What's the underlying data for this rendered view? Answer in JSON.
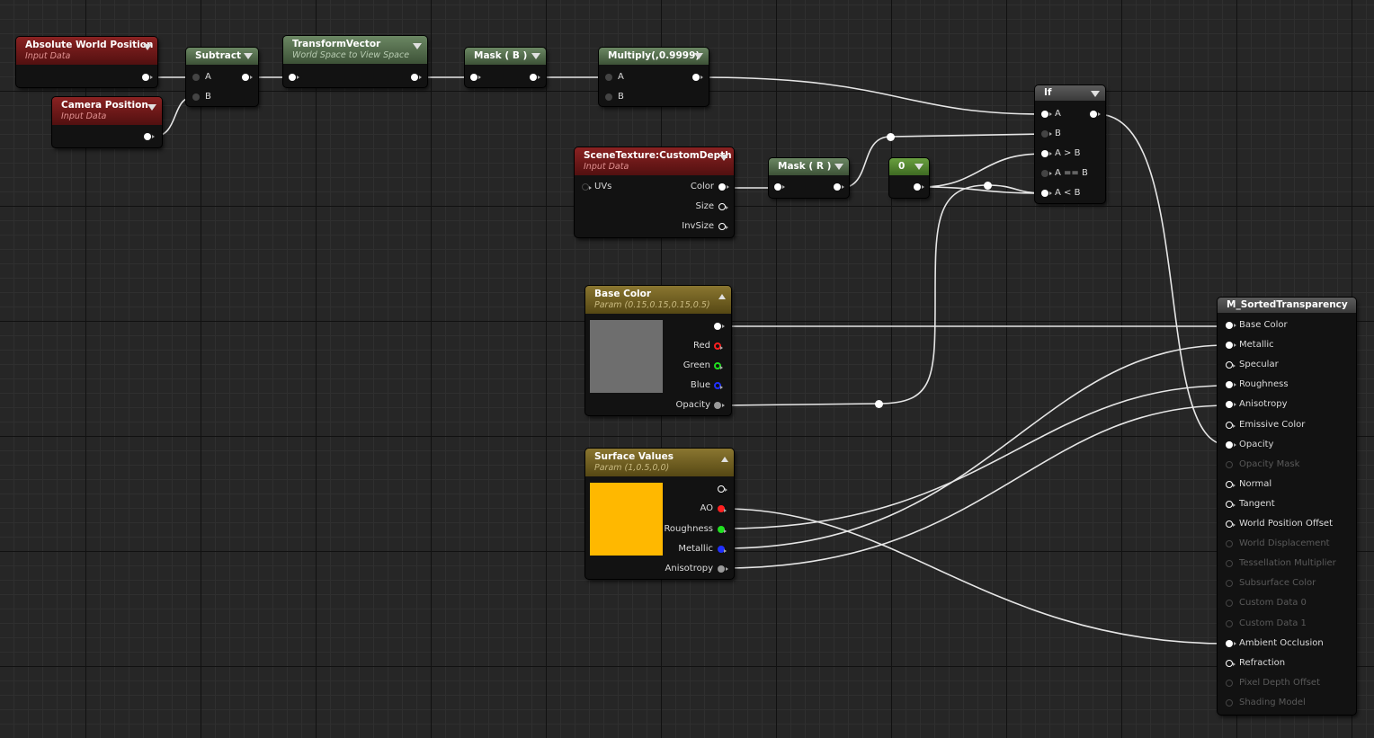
{
  "canvas": {
    "colors": {
      "bg": "#262626",
      "wire": "#e6e6e6",
      "red_header": "#8a2222",
      "green_header": "#5a7452",
      "gold_header": "#7a6824",
      "result_header": "#4a4a4a"
    }
  },
  "nodes": {
    "abs_world_pos": {
      "title": "Absolute World Position",
      "subtitle": "Input Data"
    },
    "camera_pos": {
      "title": "Camera Position",
      "subtitle": "Input Data"
    },
    "subtract": {
      "title": "Subtract",
      "in_a": "A",
      "in_b": "B"
    },
    "transform_vector": {
      "title": "TransformVector",
      "subtitle": "World Space to View Space"
    },
    "mask_b": {
      "title": "Mask ( B )"
    },
    "multiply": {
      "title": "Multiply(,0.9999)",
      "in_a": "A",
      "in_b": "B"
    },
    "if_node": {
      "title": "If",
      "in_a": "A",
      "in_b": "B",
      "a_gt_b": "A > B",
      "a_eq_b": "A == B",
      "a_lt_b": "A < B"
    },
    "scene_texture": {
      "title": "SceneTexture:CustomDepth",
      "subtitle": "Input Data",
      "in_uvs": "UVs",
      "out_color": "Color",
      "out_size": "Size",
      "out_invsize": "InvSize"
    },
    "mask_r": {
      "title": "Mask ( R )"
    },
    "constant_zero": {
      "title": "0"
    },
    "base_color": {
      "title": "Base Color",
      "subtitle": "Param (0.15,0.15,0.15,0.5)",
      "swatch": "#6e6e6e",
      "red": "Red",
      "green": "Green",
      "blue": "Blue",
      "opacity": "Opacity"
    },
    "surface_values": {
      "title": "Surface Values",
      "subtitle": "Param (1,0.5,0,0)",
      "swatch": "#ffb800",
      "ao": "AO",
      "roughness": "Roughness",
      "metallic": "Metallic",
      "anisotropy": "Anisotropy"
    },
    "material_result": {
      "title": "M_SortedTransparency",
      "inputs": [
        {
          "label": "Base Color",
          "enabled": true,
          "connected": true
        },
        {
          "label": "Metallic",
          "enabled": true,
          "connected": true
        },
        {
          "label": "Specular",
          "enabled": true,
          "connected": false
        },
        {
          "label": "Roughness",
          "enabled": true,
          "connected": true
        },
        {
          "label": "Anisotropy",
          "enabled": true,
          "connected": true
        },
        {
          "label": "Emissive Color",
          "enabled": true,
          "connected": false
        },
        {
          "label": "Opacity",
          "enabled": true,
          "connected": true
        },
        {
          "label": "Opacity Mask",
          "enabled": false,
          "connected": false
        },
        {
          "label": "Normal",
          "enabled": true,
          "connected": false
        },
        {
          "label": "Tangent",
          "enabled": true,
          "connected": false
        },
        {
          "label": "World Position Offset",
          "enabled": true,
          "connected": false
        },
        {
          "label": "World Displacement",
          "enabled": false,
          "connected": false
        },
        {
          "label": "Tessellation Multiplier",
          "enabled": false,
          "connected": false
        },
        {
          "label": "Subsurface Color",
          "enabled": false,
          "connected": false
        },
        {
          "label": "Custom Data 0",
          "enabled": false,
          "connected": false
        },
        {
          "label": "Custom Data 1",
          "enabled": false,
          "connected": false
        },
        {
          "label": "Ambient Occlusion",
          "enabled": true,
          "connected": true
        },
        {
          "label": "Refraction",
          "enabled": true,
          "connected": false
        },
        {
          "label": "Pixel Depth Offset",
          "enabled": false,
          "connected": false
        },
        {
          "label": "Shading Model",
          "enabled": false,
          "connected": false
        }
      ]
    }
  }
}
